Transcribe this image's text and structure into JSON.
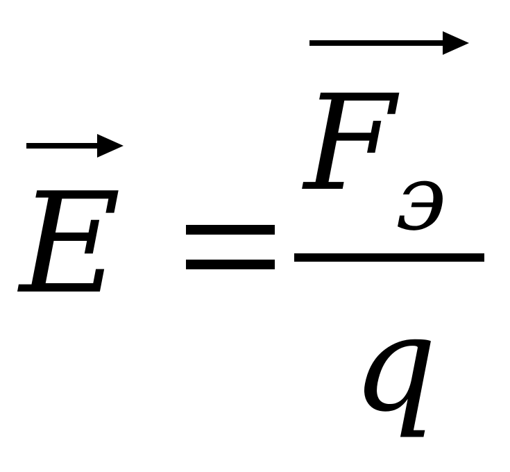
{
  "formula": {
    "lhs_symbol": "E",
    "equals": "=",
    "numerator_symbol": "F",
    "numerator_subscript": "э",
    "denominator_symbol": "q"
  },
  "colors": {
    "ink": "#000000",
    "background": "#ffffff"
  }
}
